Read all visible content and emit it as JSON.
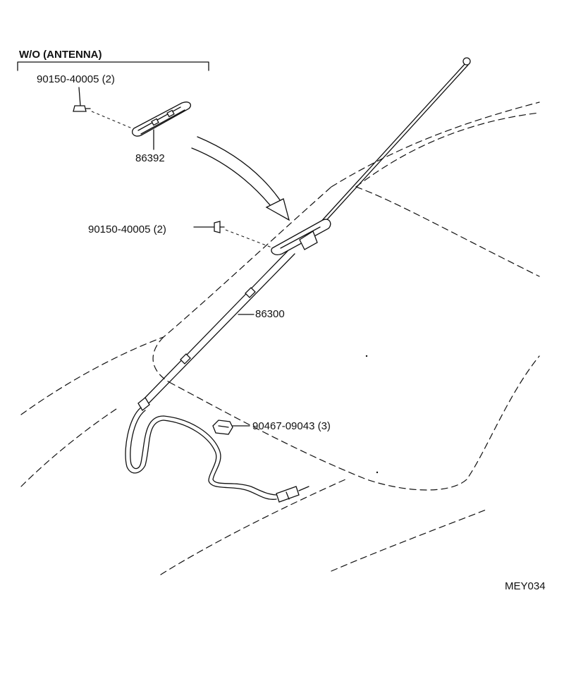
{
  "labels": {
    "group_title": "W/O (ANTENNA)",
    "bolt_top": "90150-40005 (2)",
    "cover_part": "86392",
    "bolt_mid": "90150-40005 (2)",
    "antenna_part": "86300",
    "clip_part": "90467-09043 (3)",
    "figure_code": "MEY034"
  }
}
